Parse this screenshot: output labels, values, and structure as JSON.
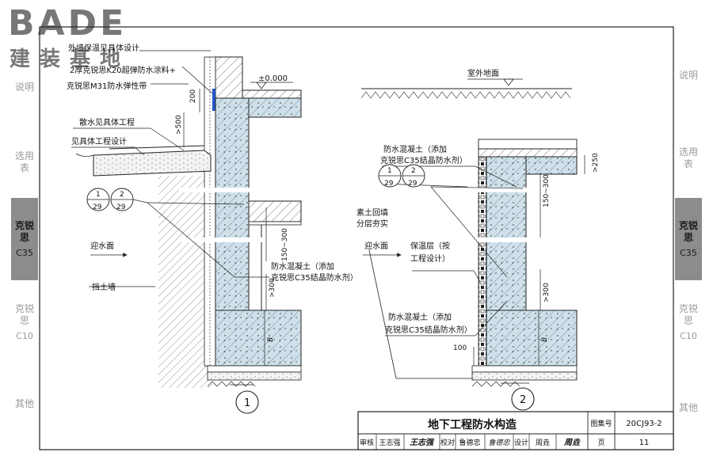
{
  "logo": {
    "brand": "BADE",
    "subtitle": "建装基地"
  },
  "side_tabs_left": [
    {
      "label": "说明",
      "sub": "",
      "active": false
    },
    {
      "label": "选用表",
      "sub": "",
      "active": false
    },
    {
      "label": "克锐思",
      "sub": "C35",
      "active": true
    },
    {
      "label": "克锐思",
      "sub": "C10",
      "active": false
    },
    {
      "label": "其他",
      "sub": "",
      "active": false
    }
  ],
  "side_tabs_right": [
    {
      "label": "说明",
      "sub": "",
      "active": false
    },
    {
      "label": "选用表",
      "sub": "",
      "active": false
    },
    {
      "label": "克锐思",
      "sub": "C35",
      "active": true
    },
    {
      "label": "克锐思",
      "sub": "C10",
      "active": false
    },
    {
      "label": "其他",
      "sub": "",
      "active": false
    }
  ],
  "left_detail": {
    "callout_top": "外墙保温见具体设计",
    "coating": "2厚克锐思K20超弹防水涂料+",
    "strip": "克锐思M31防水弹性带",
    "elevation": "±0.000",
    "dim_200": "200",
    "dim_500": ">500",
    "apron": "散水见具体工程",
    "apron2": "见具体工程设计",
    "ref1_num": "1",
    "ref1_den": "29",
    "ref2_num": "2",
    "ref2_den": "29",
    "water_face": "迎水面",
    "retaining_wall": "挡土墙",
    "dim_150_300": "150~300",
    "concrete_1": "防水混凝土（添加",
    "concrete_2": "克锐思C35结晶防水剂）",
    "dim_300": ">300",
    "dim_B": "B",
    "number": "1"
  },
  "right_detail": {
    "outdoor_ground": "室外地面",
    "concrete_1": "防水混凝土（添加",
    "concrete_2": "克锐思C35结晶防水剂）",
    "dim_250": ">250",
    "ref1_num": "1",
    "ref1_den": "29",
    "ref2_num": "2",
    "ref2_den": "29",
    "backfill_1": "素土回填",
    "backfill_2": "分层夯实",
    "dim_150_300": "150~300",
    "water_face": "迎水面",
    "insulation_1": "保温层（按",
    "insulation_2": "工程设计）",
    "dim_300": ">300",
    "concrete_b1": "防水混凝土（添加",
    "concrete_b2": "克锐思C35结晶防水剂）",
    "dim_100": "100",
    "dim_B": "B",
    "number": "2"
  },
  "title_block": {
    "title": "地下工程防水构造",
    "atlas_label": "图集号",
    "atlas_no": "20CJ93-2",
    "review_label": "审核",
    "reviewer": "王志强",
    "reviewer_sig": "王志强",
    "check_label": "校对",
    "checker": "鲁德忠",
    "checker_sig": "鲁德忠",
    "design_label": "设计",
    "designer": "周垚",
    "designer_sig": "周垚",
    "page_label": "页",
    "page_no": "11"
  },
  "colors": {
    "concrete": "#cfe0ea",
    "line": "#1a1a1a",
    "tab_active": "#8c8c8c",
    "tab_text": "#9a9a9a"
  }
}
